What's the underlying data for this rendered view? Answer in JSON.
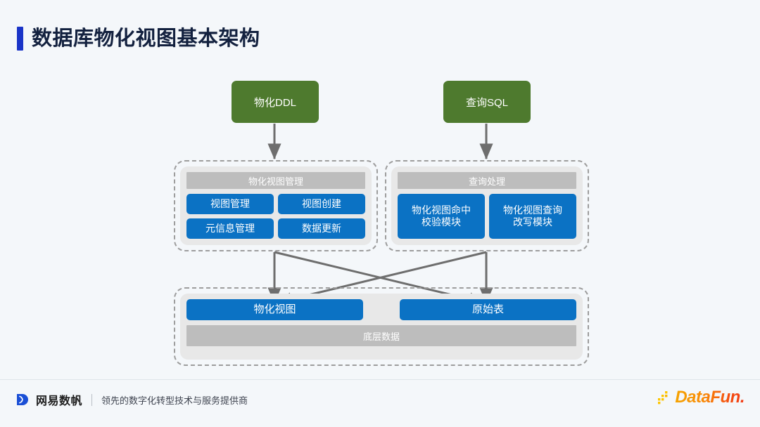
{
  "slide": {
    "title": "数据库物化视图基本架构",
    "background_color": "#f4f7fa",
    "accent_color": "#1a34c8"
  },
  "diagram": {
    "sources": [
      {
        "id": "ddl",
        "label": "物化DDL",
        "color": "#4e7a2e"
      },
      {
        "id": "sql",
        "label": "查询SQL",
        "color": "#4e7a2e"
      }
    ],
    "groups": [
      {
        "id": "mv-management",
        "header": "物化视图管理",
        "modules": [
          "视图管理",
          "视图创建",
          "元信息管理",
          "数据更新"
        ]
      },
      {
        "id": "query-processing",
        "header": "查询处理",
        "modules": [
          "物化视图命中\n校验模块",
          "物化视图查询\n改写模块"
        ]
      }
    ],
    "storage": {
      "boxes": [
        "物化视图",
        "原始表"
      ],
      "footer_bar": "底层数据"
    },
    "colors": {
      "module_blue": "#0b72c4",
      "gray_bar": "#bdbdbd",
      "group_fill": "#e8e8e8",
      "dashed_border": "#9d9d9d",
      "arrow": "#6e6e6e"
    }
  },
  "footer": {
    "brand": "网易数帆",
    "tagline": "领先的数字化转型技术与服务提供商",
    "sponsor": "DataFun."
  }
}
